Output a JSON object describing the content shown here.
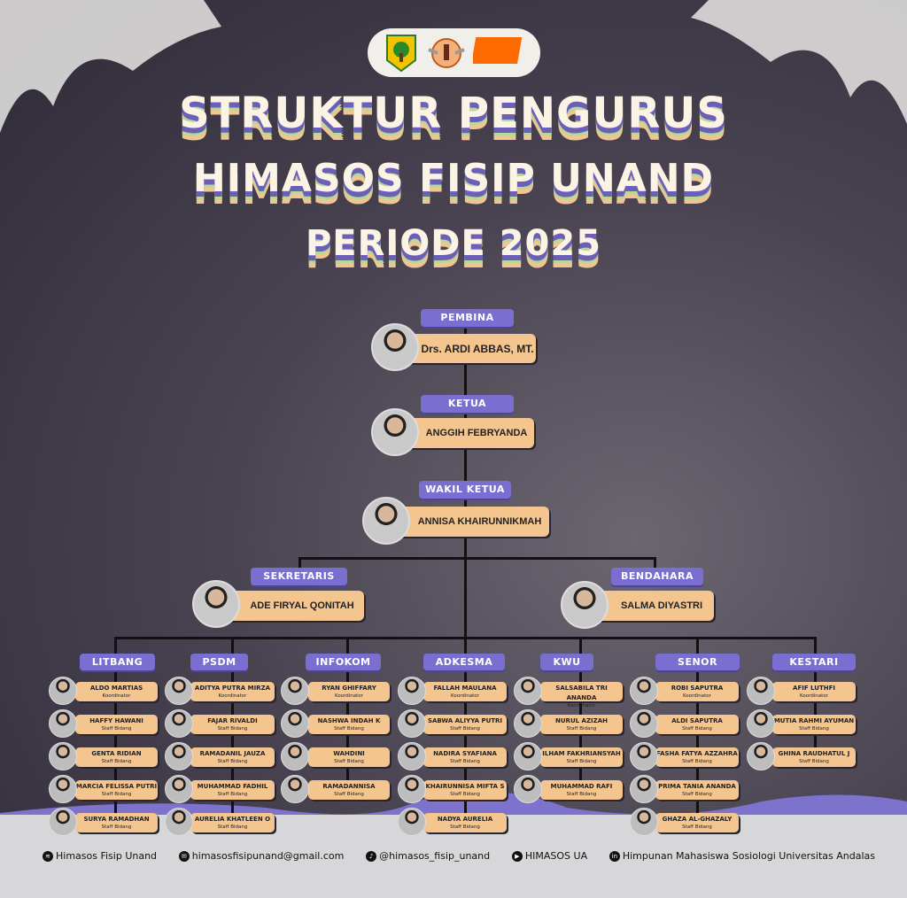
{
  "logos": [
    "Universitas Andalas",
    "FISIP",
    "HIMA SOSIOLOGI UNIVERSITAS ANDALAS"
  ],
  "title": {
    "line1": "STRUKTUR PENGURUS",
    "line2": "HIMASOS FISIP UNAND",
    "line3": "PERIODE 2025"
  },
  "core": {
    "pembina": {
      "role": "PEMBINA",
      "name": "Drs. ARDI ABBAS, MT."
    },
    "ketua": {
      "role": "KETUA",
      "name": "ANGGIH FEBRYANDA"
    },
    "wakil": {
      "role": "WAKIL KETUA",
      "name": "ANNISA KHAIRUNNIKMAH"
    },
    "sekretaris": {
      "role": "SEKRETARIS",
      "name": "ADE FIRYAL QONITAH"
    },
    "bendahara": {
      "role": "BENDAHARA",
      "name": "SALMA DIYASTRI"
    }
  },
  "divisions": [
    {
      "name": "LITBANG",
      "members": [
        {
          "name": "ALDO MARTIAS",
          "role": "Koordinator"
        },
        {
          "name": "HAFFY HAWANI",
          "role": "Staff Bidang"
        },
        {
          "name": "GENTA RIDIAN",
          "role": "Staff Bidang"
        },
        {
          "name": "MARCIA FELISSA PUTRI",
          "role": "Staff Bidang"
        },
        {
          "name": "SURYA RAMADHAN",
          "role": "Staff Bidang"
        }
      ]
    },
    {
      "name": "PSDM",
      "members": [
        {
          "name": "ADITYA PUTRA MIRZA",
          "role": "Koordinator"
        },
        {
          "name": "FAJAR RIVALDI",
          "role": "Staff Bidang"
        },
        {
          "name": "RAMADANIL JAUZA",
          "role": "Staff Bidang"
        },
        {
          "name": "MUHAMMAD FADHIL",
          "role": "Staff Bidang"
        },
        {
          "name": "AURELIA KHATLEEN O",
          "role": "Staff Bidang"
        }
      ]
    },
    {
      "name": "INFOKOM",
      "members": [
        {
          "name": "RYAN GHIFFARY",
          "role": "Koordinator"
        },
        {
          "name": "NASHWA INDAH K",
          "role": "Staff Bidang"
        },
        {
          "name": "WAHDINI",
          "role": "Staff Bidang"
        },
        {
          "name": "RAMADANNISA",
          "role": "Staff Bidang"
        }
      ]
    },
    {
      "name": "ADKESMA",
      "members": [
        {
          "name": "FALLAH MAULANA",
          "role": "Koordinator"
        },
        {
          "name": "SABWA ALIYYA PUTRI",
          "role": "Staff Bidang"
        },
        {
          "name": "NADIRA SYAFIANA",
          "role": "Staff Bidang"
        },
        {
          "name": "KHAIRUNNISA MIFTA S",
          "role": "Staff Bidang"
        },
        {
          "name": "NADYA AURELIA",
          "role": "Staff Bidang"
        }
      ]
    },
    {
      "name": "KWU",
      "members": [
        {
          "name": "SALSABILA TRI ANANDA",
          "role": "Koordinator"
        },
        {
          "name": "NURUL AZIZAH",
          "role": "Staff Bidang"
        },
        {
          "name": "ILHAM FAKHRIANSYAH",
          "role": "Staff Bidang"
        },
        {
          "name": "MUHAMMAD RAFI",
          "role": "Staff Bidang"
        }
      ]
    },
    {
      "name": "SENOR",
      "members": [
        {
          "name": "ROBI SAPUTRA",
          "role": "Koordinator"
        },
        {
          "name": "ALDI SAPUTRA",
          "role": "Staff Bidang"
        },
        {
          "name": "FASHA FATYA AZZAHRA",
          "role": "Staff Bidang"
        },
        {
          "name": "PRIMA TANIA ANANDA",
          "role": "Staff Bidang"
        },
        {
          "name": "GHAZA AL-GHAZALY",
          "role": "Staff Bidang"
        }
      ]
    },
    {
      "name": "KESTARI",
      "members": [
        {
          "name": "AFIF LUTHFI",
          "role": "Koordinator"
        },
        {
          "name": "MUTIA RAHMI AYUMAN",
          "role": "Staff Bidang"
        },
        {
          "name": "GHINA RAUDHATUL J",
          "role": "Staff Bidang"
        }
      ]
    }
  ],
  "footer": [
    {
      "icon": "spotify-icon",
      "glyph": "≋",
      "text": "Himasos Fisip Unand"
    },
    {
      "icon": "email-icon",
      "glyph": "✉",
      "text": "himasosfisipunand@gmail.com"
    },
    {
      "icon": "tiktok-instagram-icon",
      "glyph": "♪",
      "text": "@himasos_fisip_unand"
    },
    {
      "icon": "youtube-icon",
      "glyph": "▶",
      "text": "HIMASOS UA"
    },
    {
      "icon": "linkedin-icon",
      "glyph": "in",
      "text": "Himpunan Mahasiswa Sosiologi Universitas Andalas"
    }
  ]
}
